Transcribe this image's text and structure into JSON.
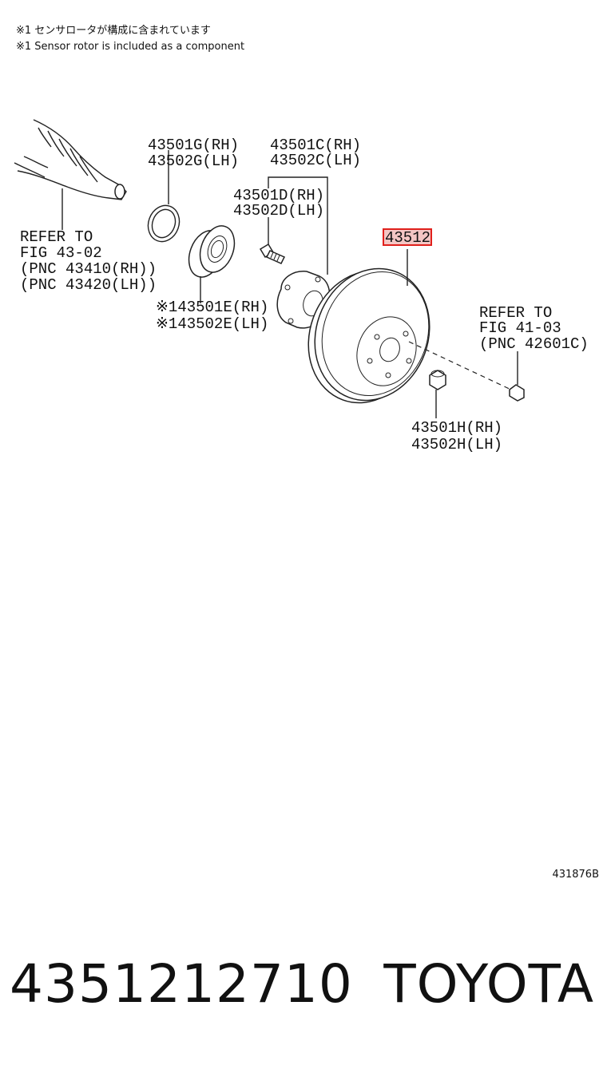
{
  "notes": {
    "jp": "※1 センサロータが構成に含まれています",
    "en": "※1 Sensor rotor is included as a component"
  },
  "labels": {
    "snap_ring_rh": "43501G(RH)",
    "snap_ring_lh": "43502G(LH)",
    "hub_rh": "43501C(RH)",
    "hub_lh": "43502C(LH)",
    "hub_bolt_rh": "43501D(RH)",
    "hub_bolt_lh": "43502D(LH)",
    "bearing_rh": "※143501E(RH)",
    "bearing_lh": "※143502E(LH)",
    "disc": "43512",
    "nut_rh": "43501H(RH)",
    "nut_lh": "43502H(LH)"
  },
  "refs": {
    "shaft": [
      "REFER TO",
      "FIG 43-02",
      "(PNC 43410(RH))",
      "(PNC 43420(LH))"
    ],
    "screw": [
      "REFER TO",
      "FIG 41-03",
      "(PNC 42601C)"
    ]
  },
  "highlight": {
    "label": "disc",
    "color": "#e0201c",
    "fill": "#f4c6c4"
  },
  "figure_code": "431876B",
  "bottom": {
    "part_number": "4351212710",
    "brand": "TOYOTA"
  }
}
